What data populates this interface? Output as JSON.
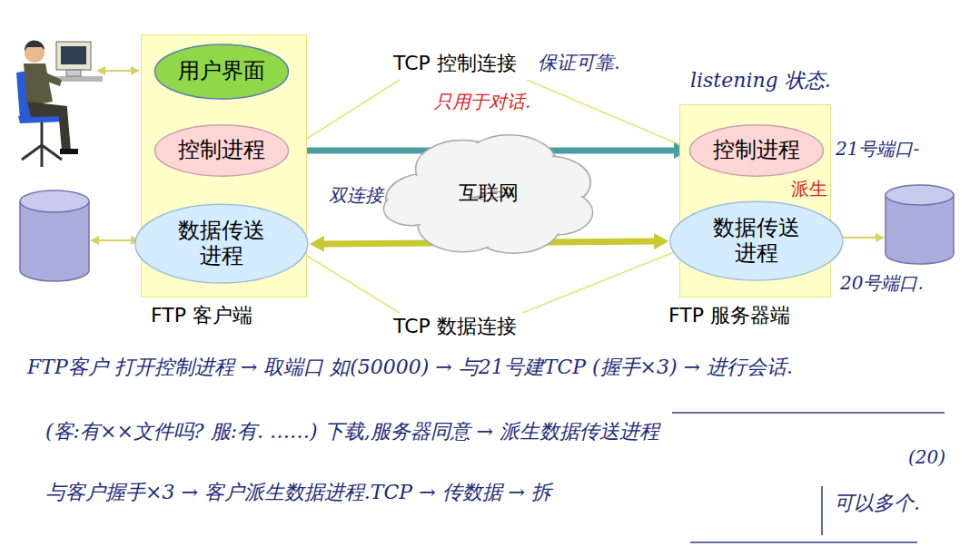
{
  "diagram": {
    "nodes": [
      {
        "text": [
          "FTP 客户端"
        ]
      },
      {
        "text": [
          "用户界面"
        ],
        "in": 0
      },
      {
        "text": [
          "控制进程"
        ],
        "in": 0
      },
      {
        "text": [
          "数据传送 进程"
        ],
        "in": 0
      },
      {
        "text": [
          "互联网"
        ]
      },
      {
        "text": [
          "FTP 服务器端"
        ]
      },
      {
        "text": [
          "控制进程"
        ],
        "in": 5
      },
      {
        "text": [
          "数据传送 进程"
        ],
        "in": 5
      }
    ],
    "edges": [
      {
        "from": 2,
        "to": 6,
        "arrow": "both"
      },
      {
        "from": 3,
        "to": 7,
        "arrow": "both"
      },
      {
        "from": 2,
        "to": 3,
        "arrow": "none"
      },
      {
        "from": 6,
        "to": 7,
        "arrow": "none"
      },
      {
        "from": 6,
        "to": 7,
        "arrow": "to",
        "label": "派生"
      }
    ],
    "labels": [
      "TCP 控制连接",
      "保证可靠.",
      "只用于对话.",
      "listening 状态.",
      "21号端口-",
      "双连接",
      "20号端口.",
      "TCP 数据连接",
      "FTP客户 打开控制进程 → 取端口 如(50000) → 与21号建TCP (握手×3) → 进行会话.",
      "(客:有××文件吗? 服:有. ……) 下载,服务器同意 → 派生数据传送进程",
      "(20)",
      "与客户握手×3 → 客户派生数据进程.TCP → 传数据 → 拆",
      "可以多个."
    ]
  }
}
